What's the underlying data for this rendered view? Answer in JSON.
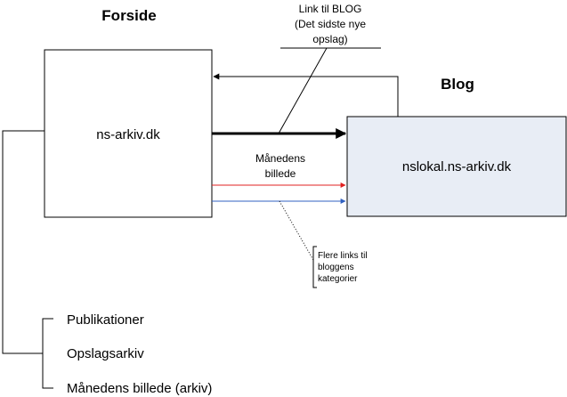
{
  "headings": {
    "forside": "Forside",
    "blog": "Blog"
  },
  "boxes": {
    "main_site": "ns-arkiv.dk",
    "blog_site": "nslokal.ns-arkiv.dk"
  },
  "callouts": {
    "link_blog": [
      "Link til BLOG",
      "(Det sidste nye",
      "opslag)"
    ],
    "month_picture": [
      "Månedens",
      "billede"
    ],
    "category_links": [
      "Flere links til",
      "bloggens",
      "kategorier"
    ]
  },
  "menu": {
    "items": [
      "Publikationer",
      "Opslagsarkiv",
      "Månedens billede (arkiv)"
    ]
  },
  "colors": {
    "blog_box_fill": "#e8edf5",
    "red_arrow": "#e02020",
    "blue_arrow": "#3060c0",
    "line": "#000000"
  }
}
